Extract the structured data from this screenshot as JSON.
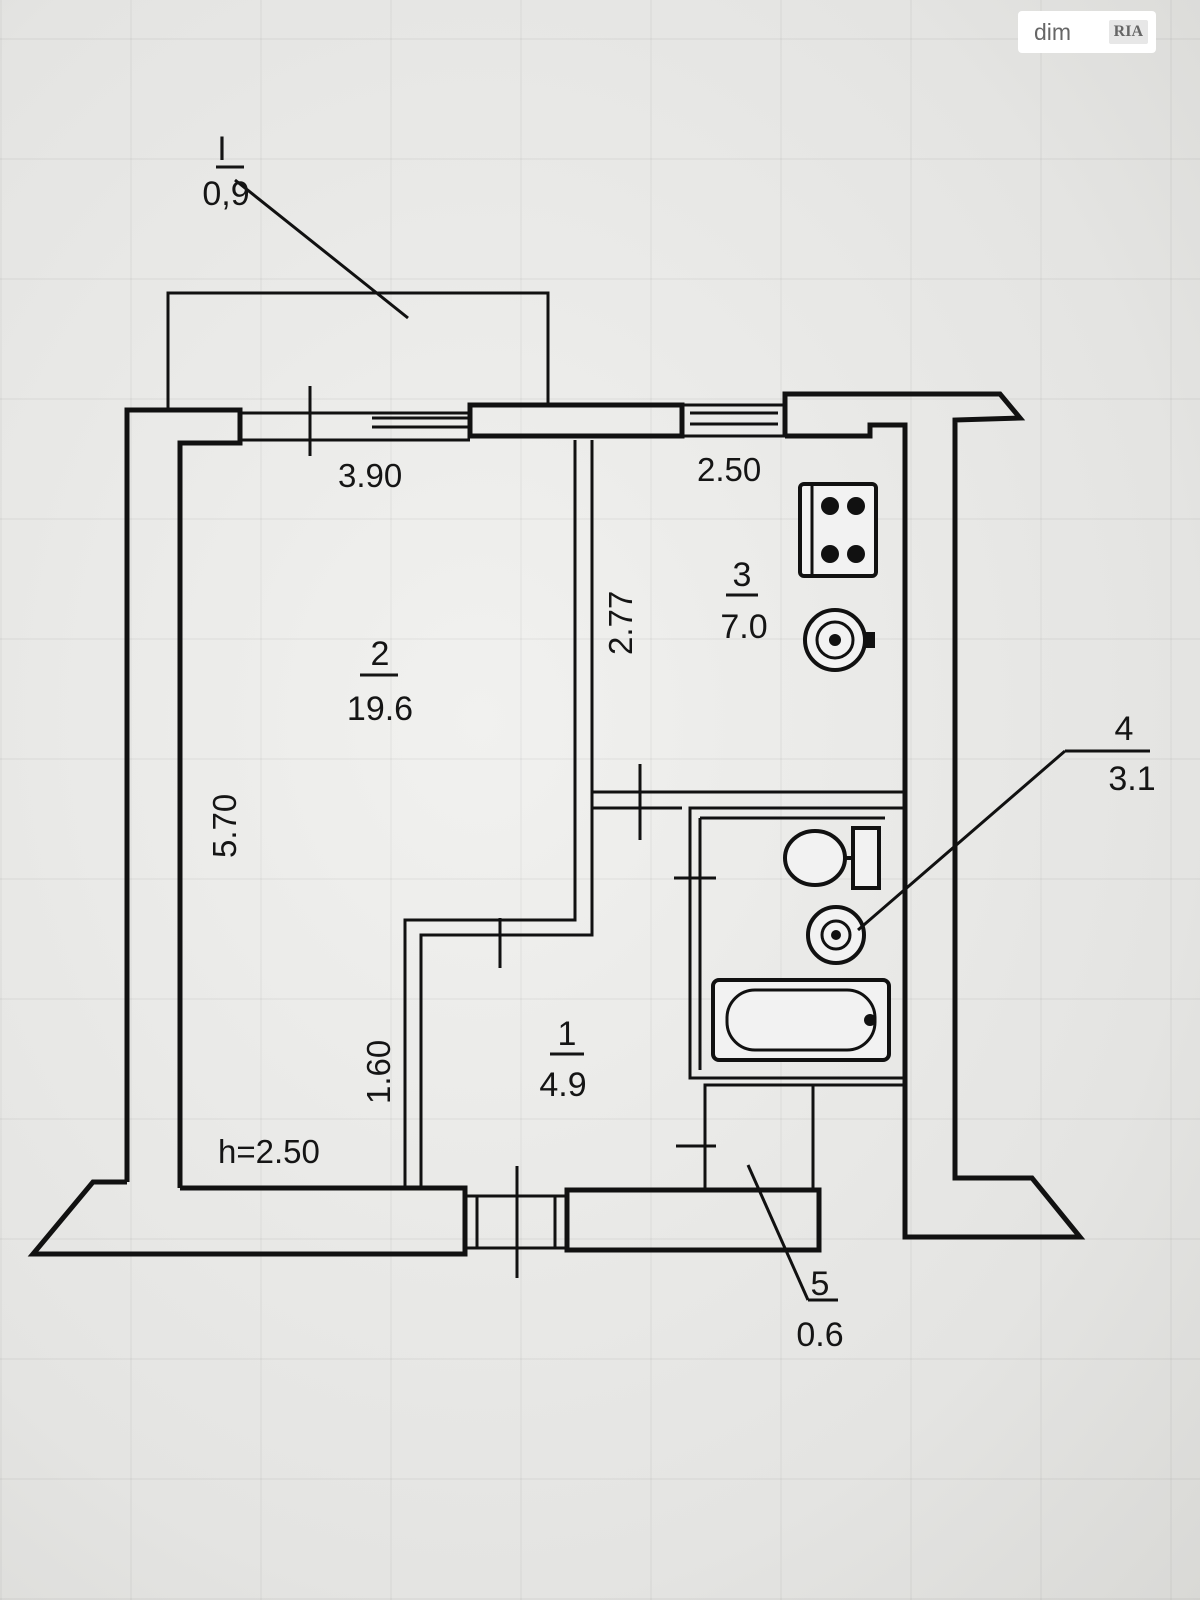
{
  "plan": {
    "dimensions": {
      "room2_width": "3.90",
      "room3_width": "2.50",
      "room3_depth": "2.77",
      "room2_length": "5.70",
      "corridor_length": "1.60",
      "ceiling_height": "h=2.50"
    },
    "rooms": [
      {
        "number": "1",
        "area": "4.9"
      },
      {
        "number": "2",
        "area": "19.6"
      },
      {
        "number": "3",
        "area": "7.0"
      },
      {
        "number": "4",
        "area": "3.1"
      },
      {
        "number": "5",
        "area": "0.6"
      }
    ],
    "balcony": {
      "number": "I",
      "area": "0,9"
    }
  },
  "watermark": {
    "brand": "dim",
    "badge": "RIA"
  }
}
